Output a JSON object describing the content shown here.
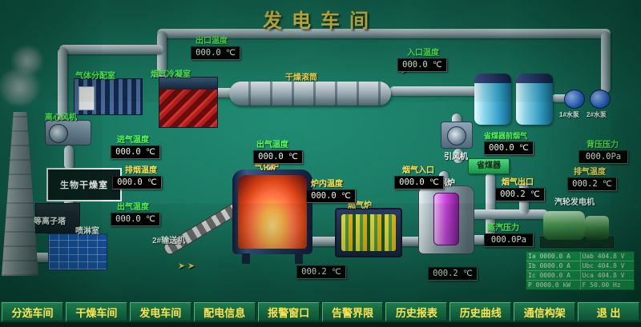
{
  "title": "发电车间",
  "equipment": {
    "gas_distribution": "气体分配室",
    "flue_condenser": "烟气冷凝室",
    "drying_drum": "干燥滚筒",
    "centrifugal_fan": "离心风机",
    "bio_drying_room": "生物干燥室",
    "plasma_unit": "等离子塔",
    "spray_room": "喷淋室",
    "conveyor2": "2#输送机",
    "gasifier": "气化炉",
    "gas_furnace": "燃气炉",
    "steam_boiler": "蒸汽锅炉",
    "economizer": "省煤器",
    "induced_fan": "引风机",
    "turbine_generator": "汽轮发电机",
    "pump1": "1#水泵",
    "pump2": "2#水泵"
  },
  "gauges": [
    {
      "label": "出口温度",
      "value": "000.0 ℃"
    },
    {
      "label": "入口温度",
      "value": "000.0 ℃"
    },
    {
      "label": "进气温度",
      "value": "000.0 ℃"
    },
    {
      "label": "排烟温度",
      "value": "000.0 ℃"
    },
    {
      "label": "出气温度",
      "value": "000.0 ℃"
    },
    {
      "label": "出气温度",
      "value": "000.0 ℃"
    },
    {
      "label": "炉内温度",
      "value": "000.0 ℃"
    },
    {
      "label": "烟气入口",
      "value": "000.0 ℃"
    },
    {
      "label": "省煤器前烟气",
      "value": "000.0 ℃"
    },
    {
      "label": "烟气出口",
      "value": "000.2 ℃"
    },
    {
      "label": "排气温度",
      "value": "000.2 ℃"
    },
    {
      "label": "背压压力",
      "value": "000.0Pa"
    },
    {
      "label": "蒸汽压力",
      "value": "000.0Pa"
    },
    {
      "label": "",
      "value": "000.2 ℃"
    },
    {
      "label": "",
      "value": "000.2 ℃"
    }
  ],
  "generator_table": {
    "rows": [
      {
        "c1": "Ia 0000.0 A",
        "c2": "Uab 404.8 V"
      },
      {
        "c1": "Ib 0000.0 A",
        "c2": "Ubc 404.8 V"
      },
      {
        "c1": "Ic 0000.0 A",
        "c2": "Uca 404.8 V"
      },
      {
        "c1": "P 0000.0 kW",
        "c2": "F  50.00 Hz"
      }
    ]
  },
  "icons": {
    "flow_arrow": "➤"
  },
  "menu": {
    "items": [
      "分选车间",
      "干燥车间",
      "发电车间",
      "配电信息",
      "报警窗口",
      "告警界限",
      "历史报表",
      "历史曲线",
      "通信构架",
      "退 出"
    ]
  }
}
